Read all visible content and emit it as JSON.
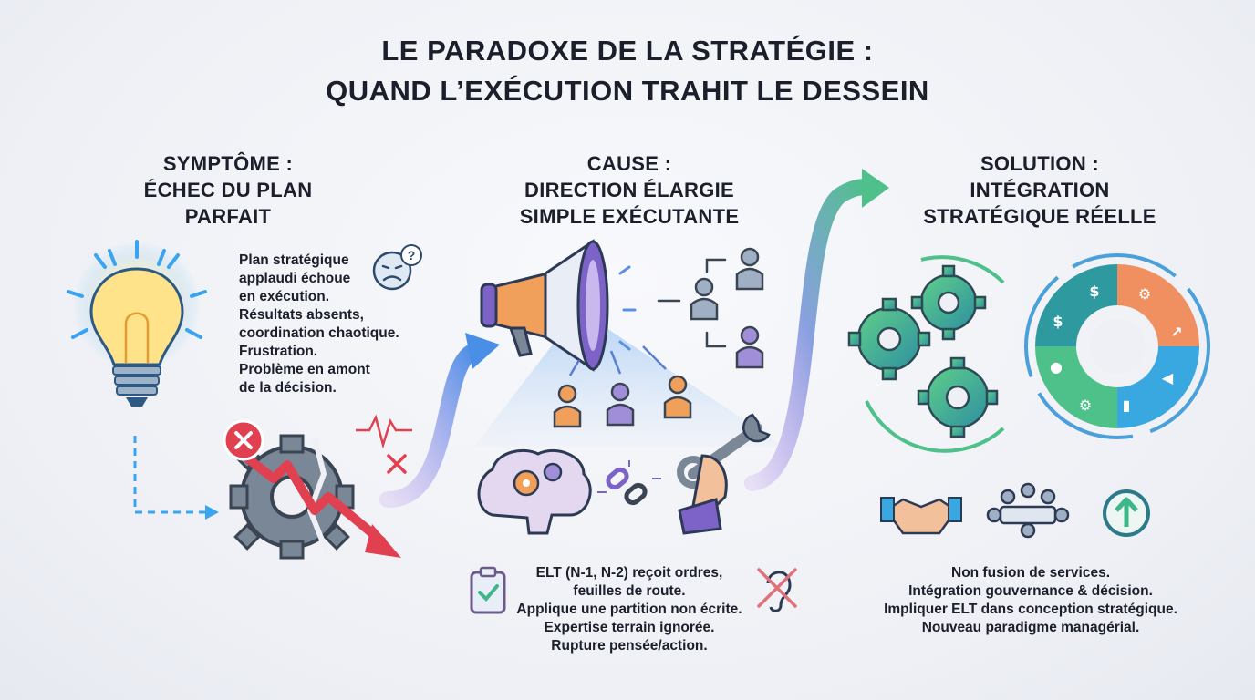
{
  "title": {
    "line1": "LE PARADOXE DE LA STRATÉGIE :",
    "line2": "QUAND L’EXÉCUTION TRAHIT LE DESSEIN"
  },
  "columns": [
    {
      "heading": [
        "SYMPTÔME :",
        "ÉCHEC DU PLAN",
        "PARFAIT"
      ],
      "text": [
        "Plan stratégique",
        "applaudi échoue",
        "en exécution.",
        "Résultats absents,",
        "coordination chaotique.",
        "Frustration.",
        "Problème en amont",
        "de la décision."
      ],
      "icons": [
        "lightbulb-icon",
        "sad-face-question-icon",
        "broken-gear-icon",
        "falling-arrow-icon",
        "error-x-icon",
        "heartbeat-icon"
      ]
    },
    {
      "heading": [
        "CAUSE :",
        "DIRECTION ÉLARGIE",
        "SIMPLE EXÉCUTANTE"
      ],
      "text": [
        "ELT (N-1, N-2) reçoit ordres,",
        "feuilles de route.",
        "Applique une partition non écrite.",
        "Expertise terrain ignorée.",
        "Rupture pensée/action."
      ],
      "icons": [
        "megaphone-icon",
        "people-icon",
        "brain-gears-icon",
        "broken-chain-icon",
        "wrench-hand-icon",
        "clipboard-check-icon",
        "ear-crossed-icon"
      ]
    },
    {
      "heading": [
        "SOLUTION :",
        "INTÉGRATION",
        "STRATÉGIQUE RÉELLE"
      ],
      "text": [
        "Non fusion de services.",
        "Intégration gouvernance & décision.",
        "Impliquer ELT dans conception stratégique.",
        "Nouveau paradigme managérial."
      ],
      "icons": [
        "gears-icon",
        "puzzle-cycle-icon",
        "handshake-icon",
        "meeting-table-icon",
        "up-arrow-circle-icon"
      ]
    }
  ],
  "colors": {
    "text": "#1b1f2b",
    "red": "#e0404f",
    "blue": "#3d8de0",
    "purple": "#8a5ad6",
    "green": "#3fb58a",
    "orange": "#f0a05a"
  }
}
